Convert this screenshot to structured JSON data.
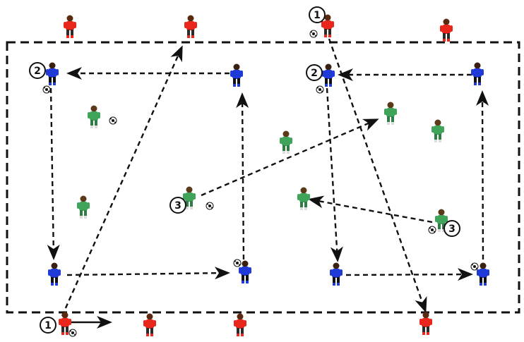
{
  "labels": {
    "one": "1",
    "two": "2",
    "three": "3"
  },
  "colors": {
    "red_team": "#e8261c",
    "blue_team": "#1f3ad6",
    "green_team": "#3fa35a",
    "lines": "#111111",
    "field_border": "#111111"
  },
  "legend_text": {
    "note": ""
  }
}
